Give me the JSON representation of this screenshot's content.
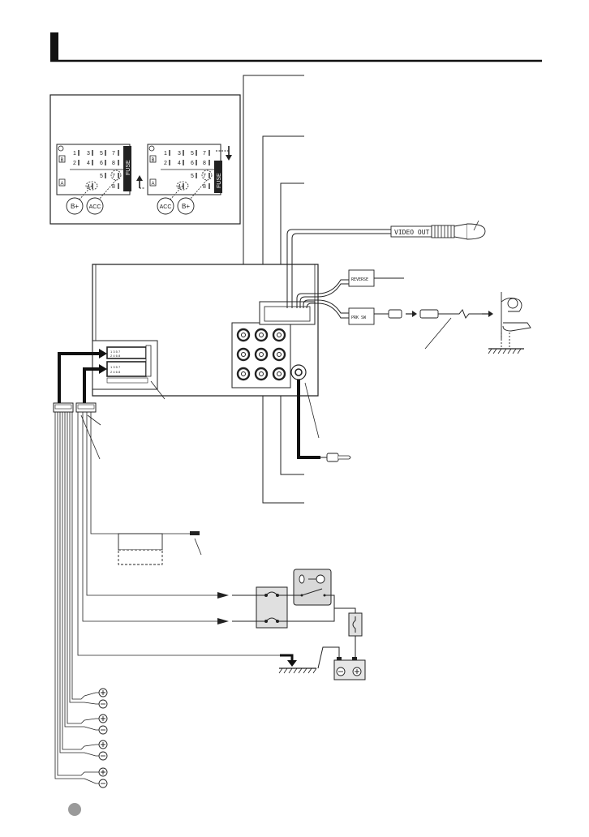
{
  "connector_inset": {
    "left_connector": {
      "pins_top": [
        "1",
        "3",
        "5",
        "7"
      ],
      "pins_mid": [
        "2",
        "4",
        "6",
        "8"
      ],
      "pins_bottom": [
        "5",
        "7"
      ],
      "pins_bottom2": [
        "4",
        "8"
      ],
      "block_b": "B",
      "block_a": "A",
      "fuse_label": "FUSE",
      "callout_left": "B+",
      "callout_right": "ACC"
    },
    "right_connector": {
      "pins_top": [
        "1",
        "3",
        "5",
        "7"
      ],
      "pins_mid": [
        "2",
        "4",
        "6",
        "8"
      ],
      "pins_bottom": [
        "5",
        "7"
      ],
      "pins_bottom2": [
        "4",
        "8"
      ],
      "block_b": "B",
      "block_a": "A",
      "fuse_label": "FUSE",
      "callout_left": "ACC",
      "callout_right": "B+"
    }
  },
  "cable_labels": {
    "video_out": "VIDEO OUT",
    "reverse_box": "REVERSE",
    "parking_box": "PRK SW"
  },
  "ground_symbols": 2,
  "colors": {
    "line": "#222222",
    "inset_bg": "#ffffff",
    "bullet": "#9a9a9a",
    "fuse_block": "#222222"
  },
  "icons": [
    "connector-icon",
    "fuse-icon",
    "battery-icon",
    "ignition-key-icon",
    "ground-icon",
    "lamp-icon",
    "plus-icon",
    "minus-icon"
  ]
}
